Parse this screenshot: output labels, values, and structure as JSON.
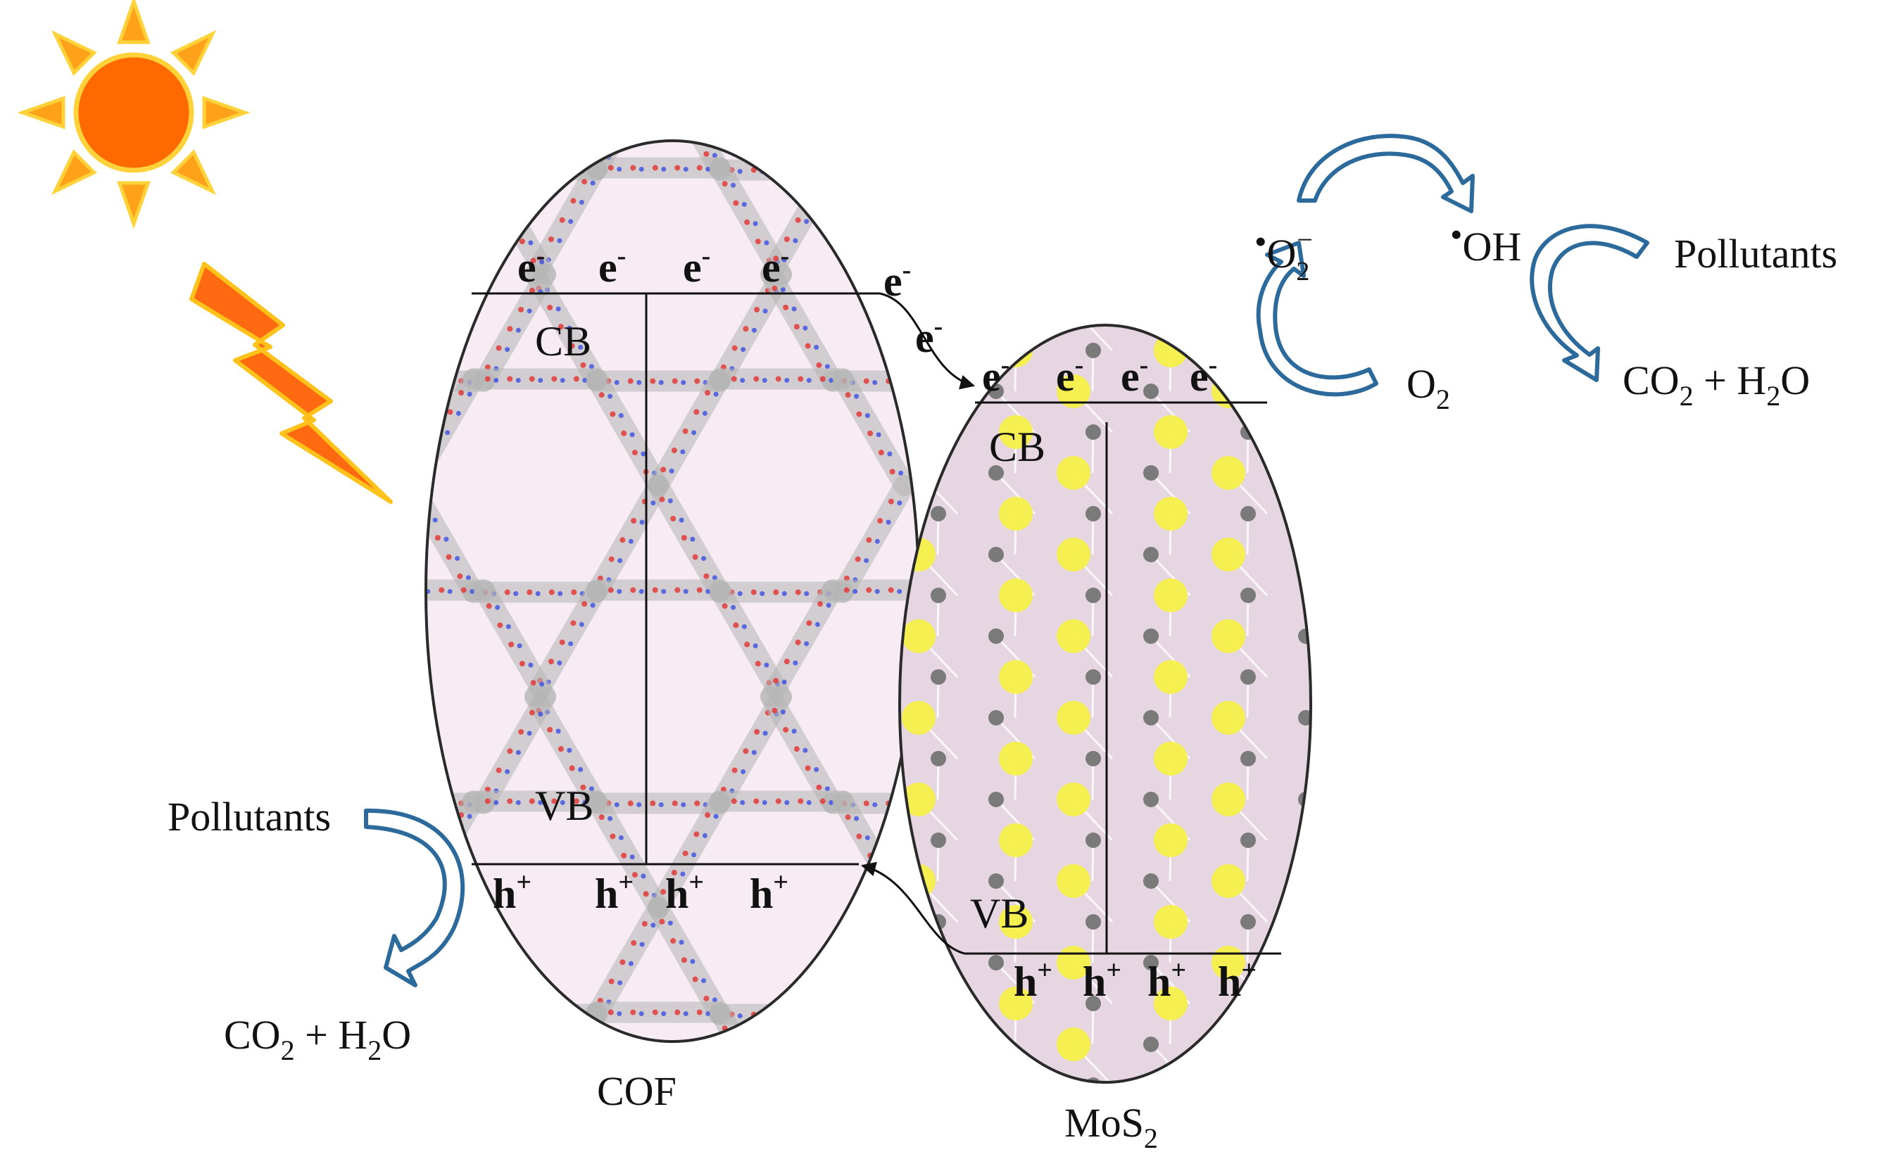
{
  "colors": {
    "sun": "#ff6a00",
    "sun_ray": "#ffa21a",
    "sun_outline": "#ffd23a",
    "bolt": "#ff6a10",
    "bolt_outline": "#ffc21a",
    "cof_fill": "#f7ecf3",
    "mos2_fill": "#e6d6e1",
    "cycle_arrow": "#2d6a9c",
    "sulfur_atom": "#f5f04a",
    "mo_atom": "#7a7a7a",
    "framework_gray": "#b5b5b5",
    "framework_red": "#e23b3b",
    "framework_blue": "#3b4fe2"
  },
  "icons": {
    "sun": "sun-icon",
    "lightning": "lightning-bolt-icon"
  },
  "cof": {
    "name": "COF",
    "cb_label": "CB",
    "vb_label": "VB",
    "electrons": [
      "e-",
      "e-",
      "e-",
      "e-"
    ],
    "holes": [
      "h+",
      "h+",
      "h+",
      "h+"
    ]
  },
  "mos2": {
    "name_main": "MoS",
    "name_sub": "2",
    "cb_label": "CB",
    "vb_label": "VB",
    "electrons": [
      "e-",
      "e-",
      "e-",
      "e-"
    ],
    "holes": [
      "h+",
      "h+",
      "h+",
      "h+"
    ]
  },
  "transfer": {
    "electron_1": "e-",
    "electron_2": "e-"
  },
  "left_reaction": {
    "reactant": "Pollutants",
    "product": "CO2 + H2O"
  },
  "right_reaction": {
    "superoxide": "•O2−",
    "hydroxyl": "•OH",
    "oxygen": "O2",
    "reactant": "Pollutants",
    "product": "CO2 + H2O"
  }
}
